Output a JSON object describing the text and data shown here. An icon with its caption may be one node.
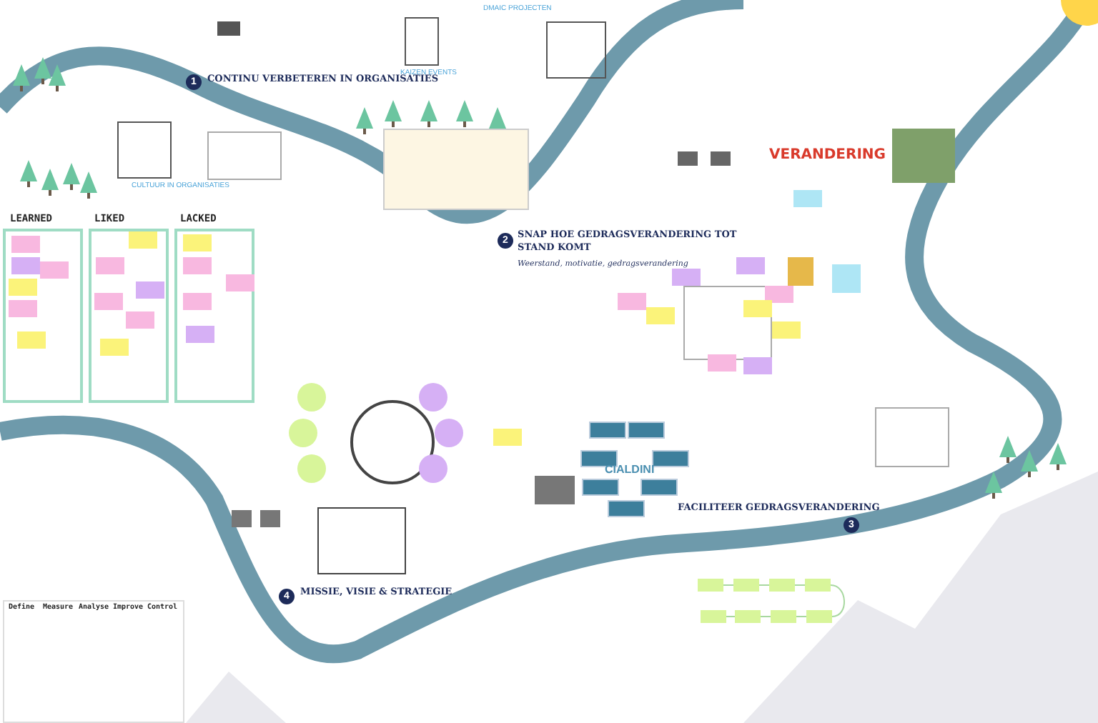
{
  "diagram": {
    "nodes": [
      {
        "text": [
          "1"
        ],
        "beside": [
          "CONTINU VERBETEREN IN ORGANISATIES"
        ]
      },
      {
        "text": [
          "2"
        ],
        "beside": [
          "SNAP HOE GEDRAGSVERANDERING TOT STAND KOMT",
          "Weerstand, motivatie, gedragsverandering"
        ]
      },
      {
        "text": [
          "3"
        ],
        "beside": [
          "FACILITEER GEDRAGSVERANDERING"
        ]
      },
      {
        "text": [
          "4"
        ],
        "beside": [
          "MISSIE, VISIE & STRATEGIE"
        ]
      },
      {
        "text": [],
        "shape": "box"
      },
      {
        "text": [],
        "shape": "box"
      },
      {
        "text": [],
        "shape": "box"
      },
      {
        "text": [],
        "shape": "box"
      },
      {
        "text": [],
        "shape": "box"
      },
      {
        "text": [],
        "shape": "box"
      },
      {
        "text": [],
        "shape": "box"
      },
      {
        "text": [],
        "shape": "box"
      },
      {
        "text": [],
        "shape": "box"
      },
      {
        "text": [],
        "shape": "box"
      },
      {
        "text": [],
        "shape": "box"
      },
      {
        "text": [],
        "shape": "box"
      },
      {
        "text": [],
        "shape": "box"
      },
      {
        "text": [],
        "shape": "box"
      },
      {
        "text": [],
        "shape": "box"
      }
    ],
    "edges": [
      {
        "from": 11,
        "to": 12,
        "arrow": "none"
      },
      {
        "from": 12,
        "to": 13,
        "arrow": "none"
      },
      {
        "from": 13,
        "to": 14,
        "arrow": "none"
      },
      {
        "from": 14,
        "to": 18,
        "arrow": "none"
      },
      {
        "from": 18,
        "to": 17,
        "arrow": "none"
      },
      {
        "from": 17,
        "to": 16,
        "arrow": "none"
      },
      {
        "from": 16,
        "to": 15,
        "arrow": "none"
      }
    ],
    "labels": [
      "DMAIC PROJECTEN",
      "KAIZEN EVENTS",
      "CULTUUR IN ORGANISATIES",
      "LEARNED",
      "LIKED",
      "LACKED",
      "VERANDERING",
      "CIALDINI",
      "Define",
      "Measure",
      "Analyse",
      "Improve",
      "Control"
    ]
  }
}
